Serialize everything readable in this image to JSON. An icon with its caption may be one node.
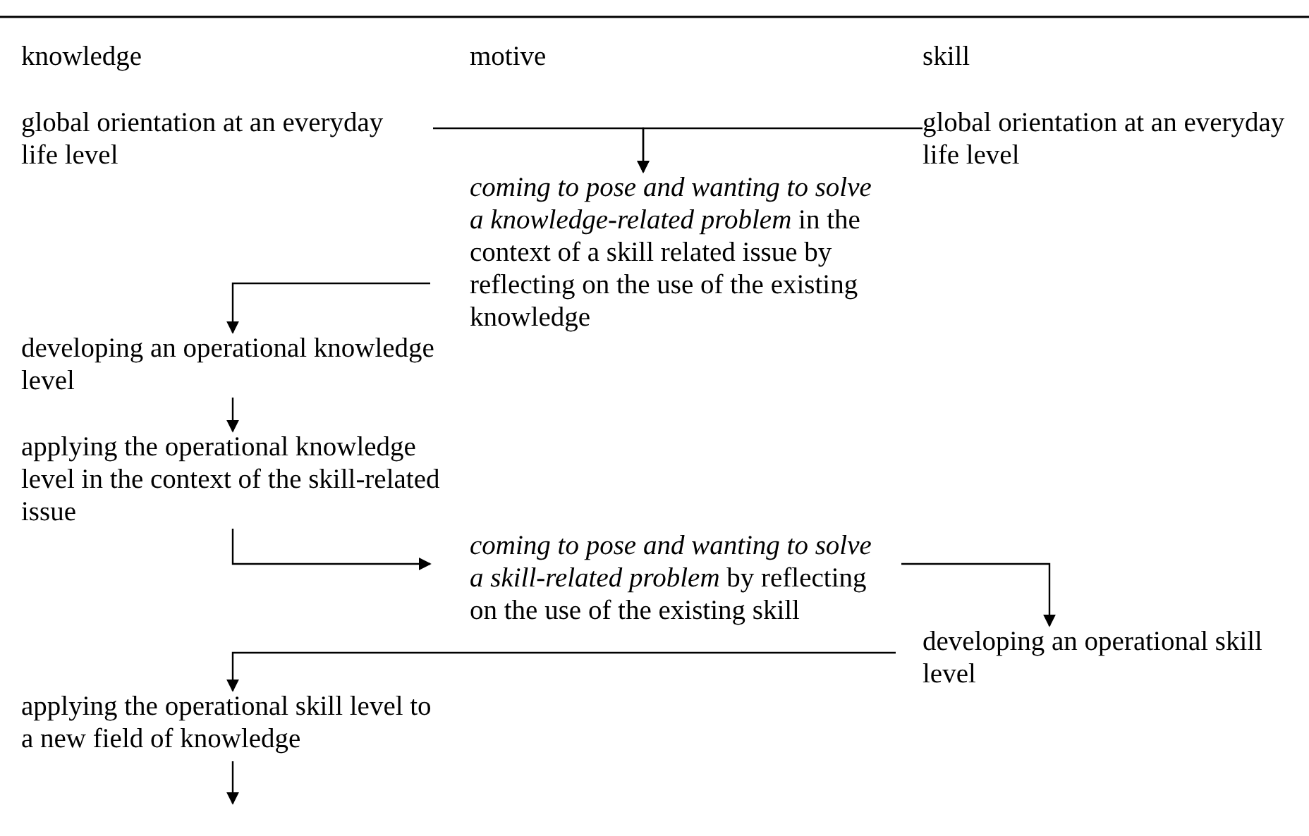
{
  "diagram": {
    "nodes": [
      {
        "text": [
          "global orientation at an everyday life level"
        ]
      },
      {
        "text": [
          "global orientation at an everyday life level"
        ]
      },
      {
        "text": [
          "*coming to pose and wanting to solve a knowledge-related problem* in the context of a skill related issue by reflecting on the use of the existing knowledge"
        ]
      },
      {
        "text": [
          "developing an operational knowledge level"
        ]
      },
      {
        "text": [
          "applying the operational knowledge level in the context of the skill-related issue"
        ]
      },
      {
        "text": [
          "*coming to pose and wanting to solve a skill-related problem* by reflecting on the use of the existing skill"
        ]
      },
      {
        "text": [
          "developing an operational skill level"
        ]
      },
      {
        "text": [
          "applying the operational skill level to a new field of knowledge"
        ]
      }
    ],
    "edges": [
      {
        "from": 0,
        "to": 2,
        "arrow": "to"
      },
      {
        "from": 1,
        "to": 2,
        "arrow": "to"
      },
      {
        "from": 2,
        "to": 3,
        "arrow": "to"
      },
      {
        "from": 3,
        "to": 4,
        "arrow": "to"
      },
      {
        "from": 4,
        "to": 5,
        "arrow": "to"
      },
      {
        "from": 5,
        "to": 6,
        "arrow": "to"
      },
      {
        "from": 6,
        "to": 7,
        "arrow": "to"
      },
      {
        "from": 7,
        "to": null,
        "arrow": "to"
      }
    ],
    "labels": [
      "knowledge",
      "motive",
      "skill"
    ]
  }
}
